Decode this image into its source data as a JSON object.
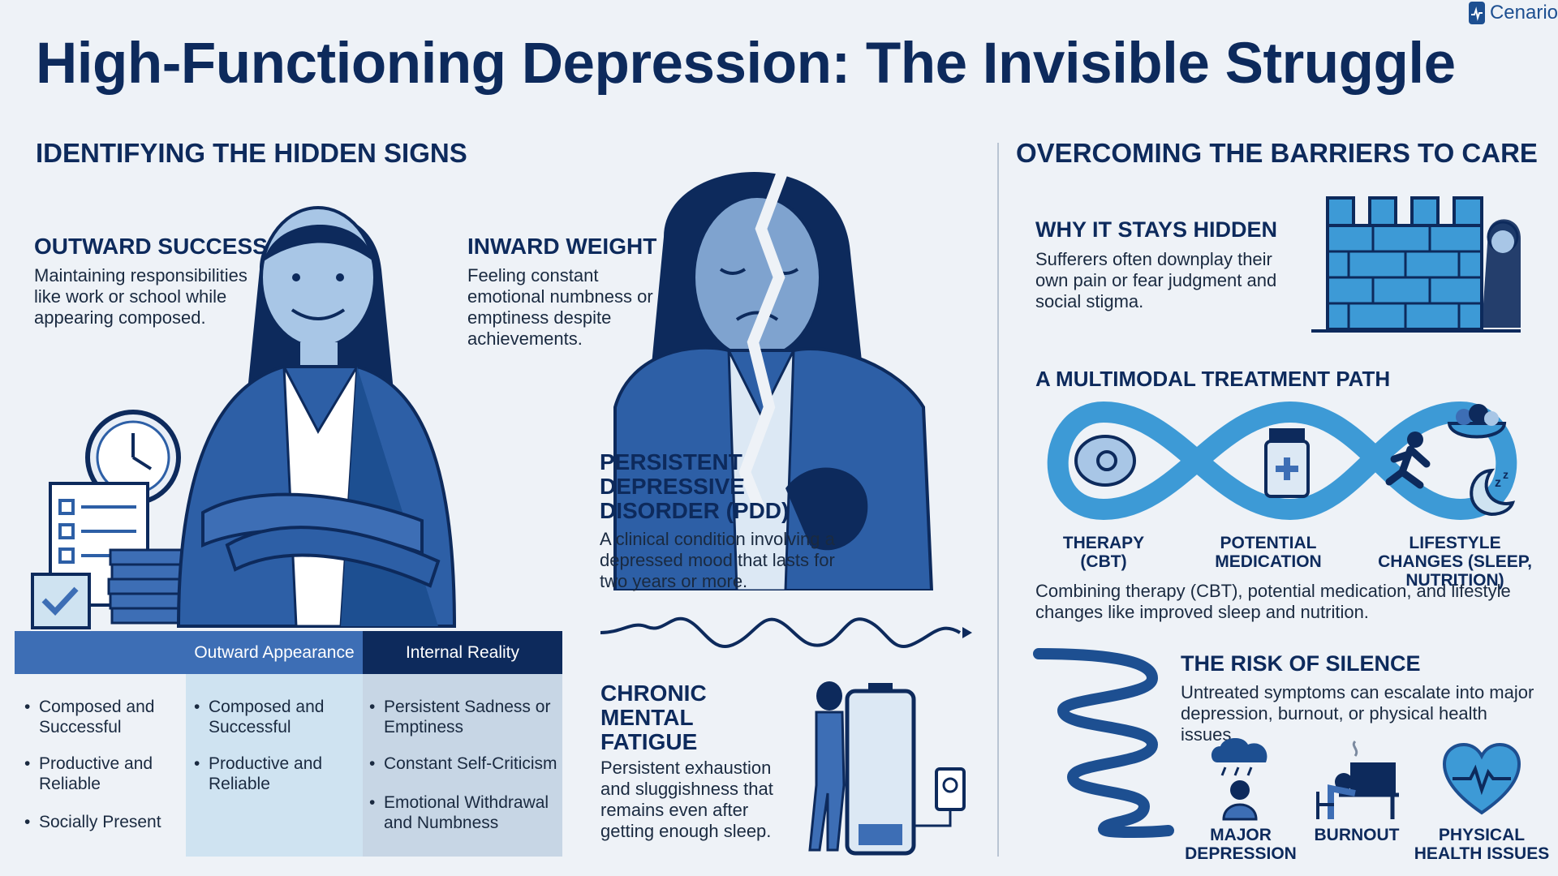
{
  "title": "High-Functioning Depression: The Invisible Struggle",
  "brand": "Cenario",
  "colors": {
    "primary": "#0d2a5c",
    "accent": "#3d6eb5",
    "light": "#cfe3f1",
    "background": "#eef2f7"
  },
  "left": {
    "heading": "IDENTIFYING THE HIDDEN SIGNS",
    "outward": {
      "heading": "OUTWARD SUCCESS",
      "text": "Maintaining responsibilities like work or school while appearing composed."
    },
    "inward": {
      "heading": "INWARD WEIGHT",
      "text": "Feeling constant emotional numbness or emptiness despite achievements."
    },
    "pdd": {
      "heading": "PERSISTENT DEPRESSIVE DISORDER (PDD)",
      "text": "A clinical condition involving a depressed mood that lasts for two years or more."
    },
    "fatigue": {
      "heading": "CHRONIC MENTAL FATIGUE",
      "text": "Persistent exhaustion and sluggishness that remains even after getting enough sleep."
    },
    "table": {
      "headers": [
        "Outward Appearance",
        "Internal Reality"
      ],
      "col_left": [
        "Composed and Successful",
        "Productive and Reliable",
        "Socially Present"
      ],
      "col_mid": [
        "Composed and Successful",
        "Productive and Reliable"
      ],
      "col_right": [
        "Persistent Sadness or Emptiness",
        "Constant Self-Criticism",
        "Emotional Withdrawal and Numbness"
      ]
    }
  },
  "right": {
    "heading": "OVERCOMING THE BARRIERS TO CARE",
    "hidden": {
      "heading": "WHY IT STAYS HIDDEN",
      "text": "Sufferers often downplay their own pain or fear judgment and social stigma."
    },
    "treatment": {
      "heading": "A MULTIMODAL TREATMENT PATH",
      "items": [
        "THERAPY (CBT)",
        "POTENTIAL MEDICATION",
        "LIFESTYLE CHANGES (SLEEP, NUTRITION)"
      ],
      "text": "Combining therapy (CBT), potential medication, and lifestyle changes like improved sleep and nutrition."
    },
    "risk": {
      "heading": "THE RISK OF SILENCE",
      "text": "Untreated symptoms can escalate into major depression, burnout, or physical health issues.",
      "items": [
        "MAJOR DEPRESSION",
        "BURNOUT",
        "PHYSICAL HEALTH ISSUES"
      ]
    }
  }
}
